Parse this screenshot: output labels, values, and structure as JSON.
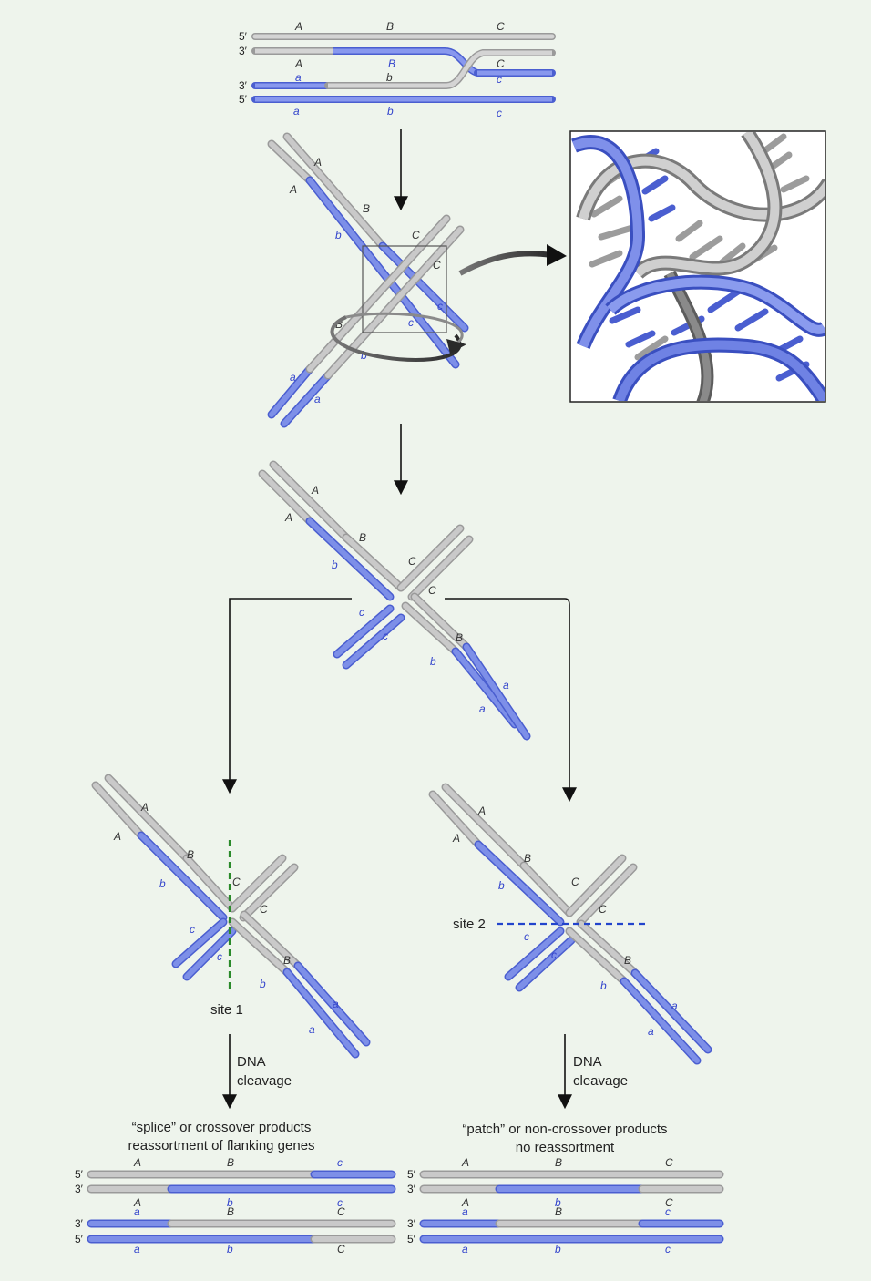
{
  "colors": {
    "background": "#eef4ec",
    "gray_strand": "#c9c9c9",
    "gray_edge": "#9a9a9a",
    "blue_strand": "#7d8fe8",
    "blue_edge": "#4a5ed0",
    "gray_text": "#333333",
    "blue_text": "#3344cc",
    "site1_line": "#2a8a2a",
    "site2_line": "#2244cc",
    "arrow": "#111111"
  },
  "top_duplex": {
    "ends": [
      "5′",
      "3′",
      "3′",
      "5′"
    ],
    "row1": [
      "A",
      "B",
      "C"
    ],
    "row2": [
      "A",
      "B",
      "C"
    ],
    "row3": [
      "a",
      "b",
      "c"
    ],
    "row4": [
      "a",
      "b",
      "c"
    ]
  },
  "holliday_a": {
    "upper": [
      "A",
      "A",
      "B",
      "b",
      "C",
      "C"
    ],
    "lower": [
      "B",
      "c",
      "b",
      "c",
      "a",
      "a"
    ]
  },
  "holliday_b": {
    "upper": [
      "A",
      "A",
      "B",
      "b",
      "C",
      "C"
    ],
    "lower": [
      "c",
      "c",
      "B",
      "b",
      "a",
      "a"
    ]
  },
  "left_branch": {
    "labels": [
      "A",
      "A",
      "B",
      "b",
      "C",
      "C",
      "c",
      "c",
      "B",
      "b",
      "a",
      "a"
    ],
    "site": "site 1",
    "step": [
      "DNA",
      "cleavage"
    ],
    "title": [
      "“splice” or crossover products",
      "reassortment of flanking genes"
    ],
    "ends": [
      "5′",
      "3′",
      "3′",
      "5′"
    ],
    "rows": [
      [
        "A",
        "B",
        "c"
      ],
      [
        "A",
        "b",
        "c"
      ],
      [
        "a",
        "B",
        "C"
      ],
      [
        "a",
        "b",
        "C"
      ]
    ]
  },
  "right_branch": {
    "labels": [
      "A",
      "A",
      "B",
      "b",
      "C",
      "C",
      "c",
      "c",
      "B",
      "b",
      "a",
      "a"
    ],
    "site": "site 2",
    "step": [
      "DNA",
      "cleavage"
    ],
    "title": [
      "“patch” or non-crossover products",
      "no reassortment"
    ],
    "ends": [
      "5′",
      "3′",
      "3′",
      "5′"
    ],
    "rows": [
      [
        "A",
        "B",
        "C"
      ],
      [
        "A",
        "b",
        "C"
      ],
      [
        "a",
        "B",
        "c"
      ],
      [
        "a",
        "b",
        "c"
      ]
    ]
  }
}
